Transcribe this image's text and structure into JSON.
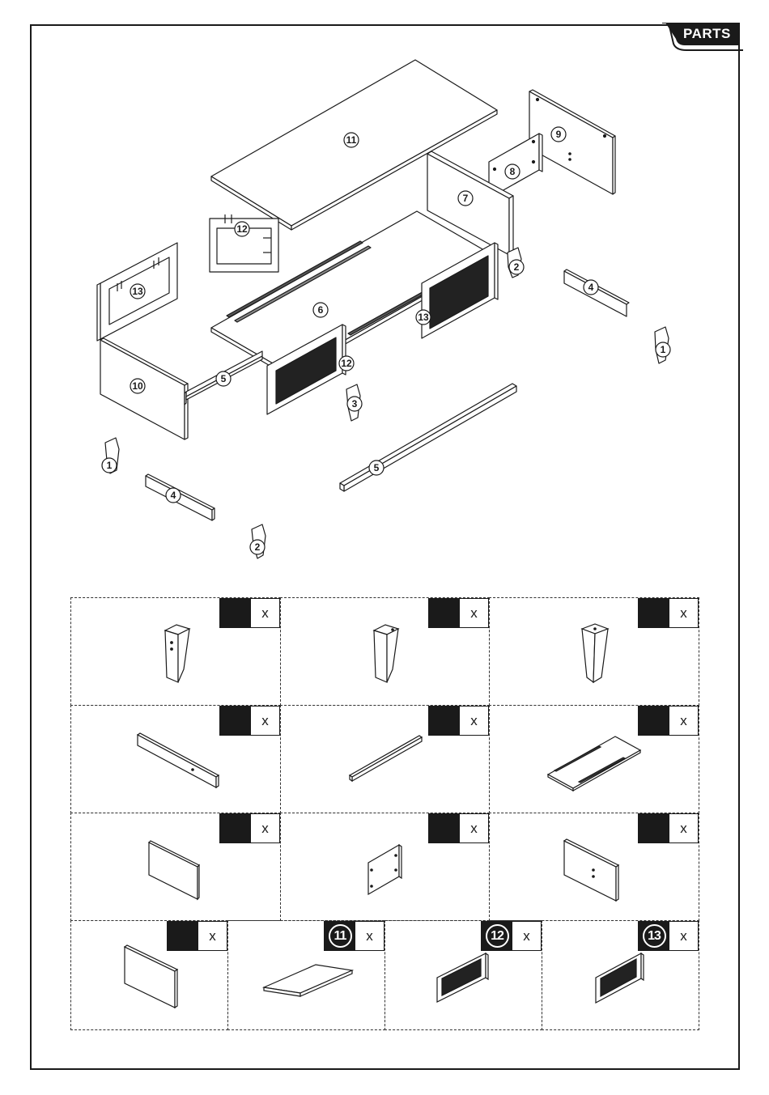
{
  "header": {
    "tab_label": "PARTS"
  },
  "callouts": {
    "top_panel": "11",
    "side_panel_right": "9",
    "back_small_panel": "8",
    "partition_panel": "7",
    "frame_left_top": "12",
    "frame_left": "13",
    "bottom_panel": "6",
    "door_center": "12",
    "door_right": "13",
    "leg_back_right": "2",
    "rail_right": "4",
    "leg_right": "1",
    "side_panel_left": "10",
    "rail_front_left": "5",
    "leg_center": "3",
    "rail_front_long": "5",
    "leg_left": "1",
    "rail_left": "4",
    "leg_front": "2"
  },
  "parts_table": {
    "rows": [
      [
        {
          "num": "",
          "mult": "x"
        },
        {
          "num": "",
          "mult": "x"
        },
        {
          "num": "",
          "mult": "x"
        }
      ],
      [
        {
          "num": "",
          "mult": "x"
        },
        {
          "num": "",
          "mult": "x"
        },
        {
          "num": "",
          "mult": "x"
        }
      ],
      [
        {
          "num": "",
          "mult": "x"
        },
        {
          "num": "",
          "mult": "x"
        },
        {
          "num": "",
          "mult": "x"
        }
      ],
      [
        {
          "num": "",
          "mult": "x"
        },
        {
          "num": "11",
          "mult": "x"
        },
        {
          "num": "12",
          "mult": "x"
        },
        {
          "num": "13",
          "mult": "x"
        }
      ]
    ]
  }
}
